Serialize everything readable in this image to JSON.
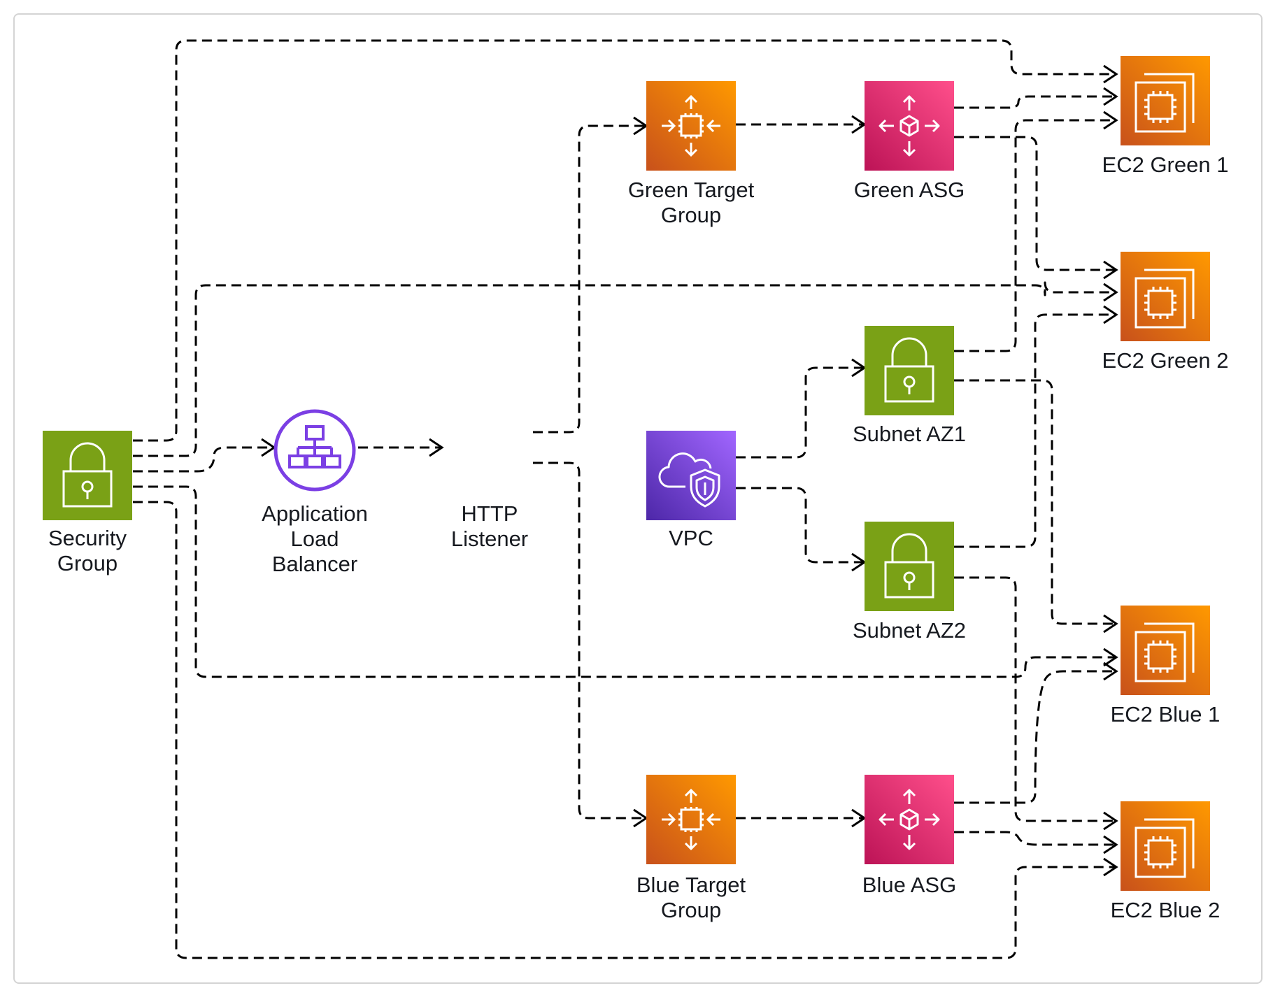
{
  "nodes": {
    "security_group": {
      "label": "Security\nGroup",
      "icon": "lock-icon",
      "color": "#7aa116"
    },
    "alb": {
      "label": "Application\nLoad\nBalancer",
      "icon": "application-load-balancer-icon",
      "color": "#8c4fff"
    },
    "http_listener": {
      "label": "HTTP\nListener"
    },
    "green_tg": {
      "label": "Green Target\nGroup",
      "icon": "target-group-icon",
      "color": "#ed7100"
    },
    "green_asg": {
      "label": "Green ASG",
      "icon": "auto-scaling-icon",
      "color": "#e7157b"
    },
    "vpc": {
      "label": "VPC",
      "icon": "vpc-cloud-shield-icon",
      "color": "#8c4fff"
    },
    "subnet_az1": {
      "label": "Subnet AZ1",
      "icon": "lock-icon",
      "color": "#7aa116"
    },
    "subnet_az2": {
      "label": "Subnet AZ2",
      "icon": "lock-icon",
      "color": "#7aa116"
    },
    "blue_tg": {
      "label": "Blue Target\nGroup",
      "icon": "target-group-icon",
      "color": "#ed7100"
    },
    "blue_asg": {
      "label": "Blue ASG",
      "icon": "auto-scaling-icon",
      "color": "#e7157b"
    },
    "ec2_green_1": {
      "label": "EC2 Green 1",
      "icon": "ec2-instances-icon",
      "color": "#ed7100"
    },
    "ec2_green_2": {
      "label": "EC2 Green 2",
      "icon": "ec2-instances-icon",
      "color": "#ed7100"
    },
    "ec2_blue_1": {
      "label": "EC2 Blue 1",
      "icon": "ec2-instances-icon",
      "color": "#ed7100"
    },
    "ec2_blue_2": {
      "label": "EC2 Blue 2",
      "icon": "ec2-instances-icon",
      "color": "#ed7100"
    }
  },
  "edges": [
    {
      "from": "security_group",
      "to": "ec2_green_1"
    },
    {
      "from": "security_group",
      "to": "ec2_green_2"
    },
    {
      "from": "security_group",
      "to": "alb"
    },
    {
      "from": "security_group",
      "to": "ec2_blue_1"
    },
    {
      "from": "security_group",
      "to": "ec2_blue_2"
    },
    {
      "from": "alb",
      "to": "http_listener"
    },
    {
      "from": "http_listener",
      "to": "green_tg"
    },
    {
      "from": "http_listener",
      "to": "blue_tg"
    },
    {
      "from": "green_tg",
      "to": "green_asg"
    },
    {
      "from": "blue_tg",
      "to": "blue_asg"
    },
    {
      "from": "green_asg",
      "to": "ec2_green_1"
    },
    {
      "from": "green_asg",
      "to": "ec2_green_2"
    },
    {
      "from": "blue_asg",
      "to": "ec2_blue_1"
    },
    {
      "from": "blue_asg",
      "to": "ec2_blue_2"
    },
    {
      "from": "vpc",
      "to": "subnet_az1"
    },
    {
      "from": "vpc",
      "to": "subnet_az2"
    },
    {
      "from": "subnet_az1",
      "to": "ec2_green_1"
    },
    {
      "from": "subnet_az1",
      "to": "ec2_blue_1"
    },
    {
      "from": "subnet_az2",
      "to": "ec2_green_2"
    },
    {
      "from": "subnet_az2",
      "to": "ec2_blue_2"
    }
  ],
  "style": {
    "line_color": "#000000",
    "label_color": "#16191f",
    "frame_border": "#d4d4d4"
  }
}
